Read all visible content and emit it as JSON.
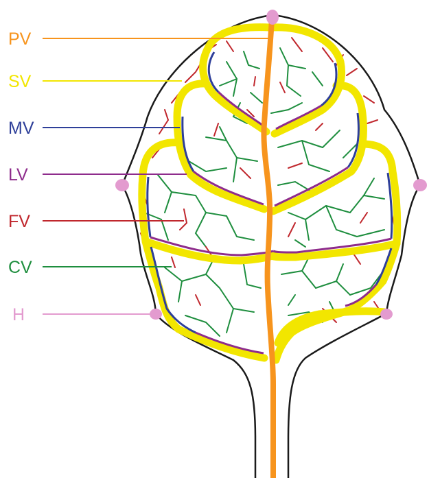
{
  "legend": [
    {
      "key": "pv",
      "label": "PV",
      "color": "#f7941d"
    },
    {
      "key": "sv",
      "label": "SV",
      "color": "#f2e600"
    },
    {
      "key": "mv",
      "label": "MV",
      "color": "#2e3f99"
    },
    {
      "key": "lv",
      "label": "LV",
      "color": "#8e2c8c"
    },
    {
      "key": "fv",
      "label": "FV",
      "color": "#c0272d"
    },
    {
      "key": "cv",
      "label": "CV",
      "color": "#1e8e3e"
    },
    {
      "key": "h",
      "label": "H",
      "color": "#e39bcf"
    }
  ],
  "colors": {
    "outline": "#1a1a1a",
    "background": "#ffffff",
    "midrib": "#f7941d",
    "secondary_vein": "#f2e600",
    "marginal_vein": "#2e3f99",
    "loop_vein": "#8e2c8c",
    "free_vein": "#c0272d",
    "connecting_vein": "#1e8e3e",
    "hydathode": "#e39bcf"
  }
}
